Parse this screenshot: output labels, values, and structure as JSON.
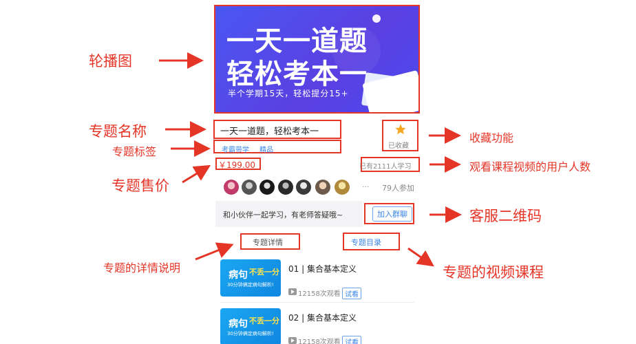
{
  "banner": {
    "title_line1": "一天一道题",
    "title_line2": "轻松考本一",
    "subtitle": "半个学期15天，轻松提分15+"
  },
  "topic": {
    "name": "一天一道题，轻松考本一",
    "tags": [
      "考霸带学",
      "精品"
    ],
    "price": "￥199.00",
    "favorite_label": "已收藏",
    "learners": "已有2111人学习"
  },
  "participants": {
    "more": "···",
    "count": "79人参加"
  },
  "group": {
    "text": "和小伙伴一起学习，有老师答疑哦~",
    "button": "加入群聊"
  },
  "tabs": {
    "details": "专题详情",
    "catalog": "专题目录"
  },
  "courses": [
    {
      "title": "01 | 集合基本定义",
      "views": "12158次观看",
      "trial": "试看",
      "thumb_word": "病句",
      "thumb_badge": "不丢一分",
      "thumb_caption": "30分钟搞定病句解析!"
    },
    {
      "title": "02 | 集合基本定义",
      "views": "12158次观看",
      "trial": "试看",
      "thumb_word": "病句",
      "thumb_badge": "不丢一分",
      "thumb_caption": "30分钟搞定病句解析!"
    }
  ],
  "annotations": {
    "carousel": "轮播图",
    "topic_name": "专题名称",
    "topic_tags": "专题标签",
    "topic_price": "专题售价",
    "favorite": "收藏功能",
    "viewers": "观看课程视频的用户人数",
    "service_qr": "客服二维码",
    "details": "专题的详情说明",
    "videos": "专题的视频课程"
  },
  "colors": {
    "annotation_red": "#e53527",
    "accent_blue": "#3a86e6",
    "banner_blue": "#4a57f2",
    "star_yellow": "#f5a623"
  }
}
